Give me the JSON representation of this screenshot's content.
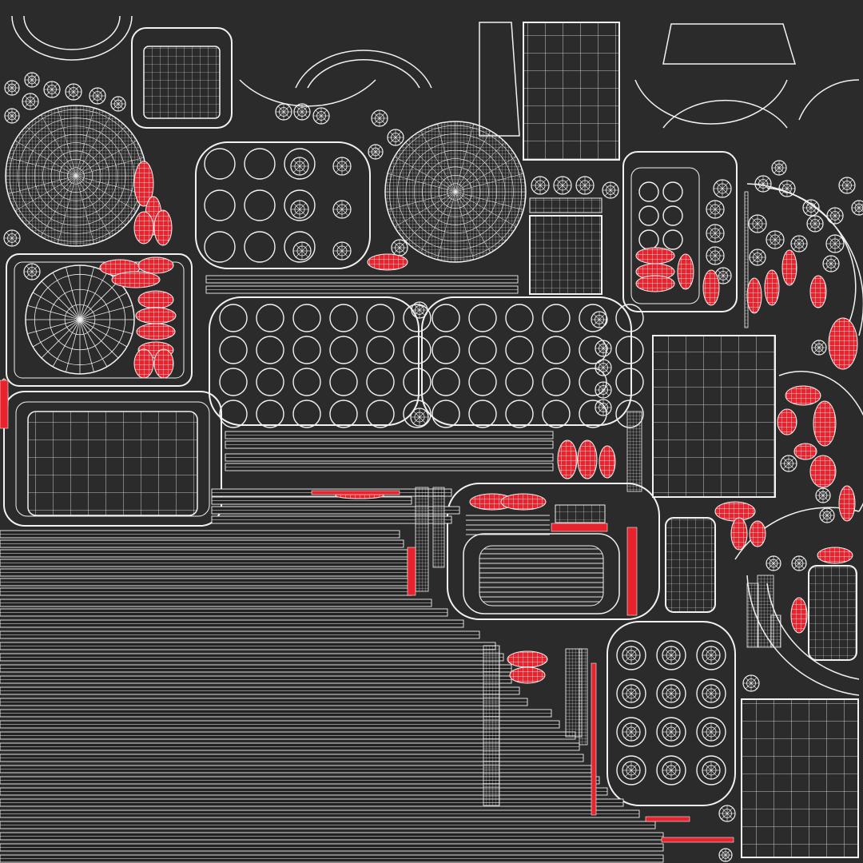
{
  "palette": {
    "background": "#2b2b2b",
    "background_dark": "#232323",
    "wire": "#f2f2f2",
    "highlight": "#e8232d"
  },
  "sheet": {
    "type": "uv-texture-layout",
    "islands": [
      "wheel-disc-top-left",
      "wheel-disc-center",
      "wheel-disc-left-spoked",
      "muffin-tray-top",
      "muffin-tray-large-left",
      "muffin-tray-large-right",
      "muffin-tray-bottom-right",
      "muffin-tray-right-column",
      "baking-pan-left",
      "baking-pan-center",
      "square-panel-top",
      "square-panel-right",
      "square-panel-bottom-right",
      "arc-strips",
      "edge-strips"
    ]
  }
}
